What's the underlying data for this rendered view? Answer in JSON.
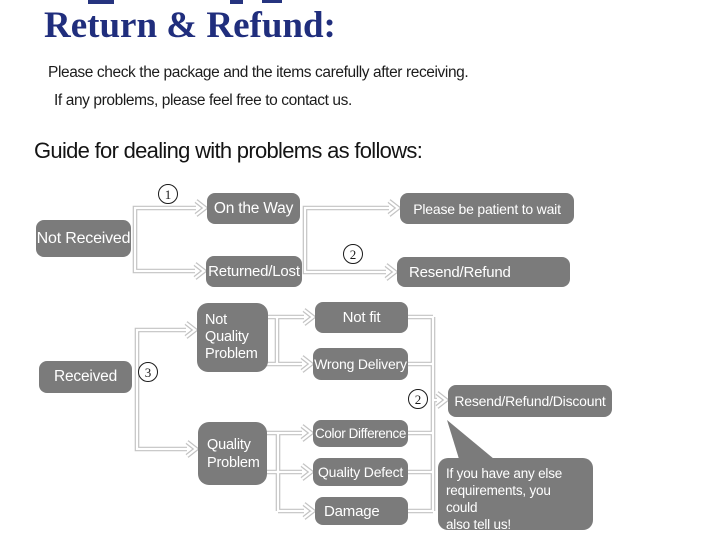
{
  "header": {
    "title": "Return & Refund:",
    "intro_line1": "Please check the package and the items carefully after receiving.",
    "intro_line2": "If any problems, please feel free to contact us.",
    "section_heading": "Guide for dealing with problems as follows:"
  },
  "colors": {
    "title_navy": "#202e7d",
    "node_gray": "#7b7b7b",
    "connector_gray": "#c3c3c3",
    "node_text": "#ffffff"
  },
  "flowchart": {
    "nodes": {
      "not_received": "Not Received",
      "on_the_way": "On the Way",
      "returned_lost": "Returned/Lost",
      "patient_wait": "Please be patient to wait",
      "resend_refund": "Resend/Refund",
      "received": "Received",
      "not_quality_problem_lines": [
        "Not",
        "Quality",
        "Problem"
      ],
      "not_fit": "Not fit",
      "wrong_delivery": "Wrong Delivery",
      "quality_problem_lines": [
        "Quality",
        "Problem"
      ],
      "color_difference": "Color Difference",
      "quality_defect": "Quality Defect",
      "damage": "Damage",
      "resend_refund_discount": "Resend/Refund/Discount"
    },
    "step_markers": {
      "step1": "1",
      "step2_first": "2",
      "step3": "3",
      "step2_second": "2"
    },
    "speech_bubble": {
      "line1": "If you have any else",
      "line2": "requirements, you could",
      "line3": "also tell us!"
    }
  }
}
